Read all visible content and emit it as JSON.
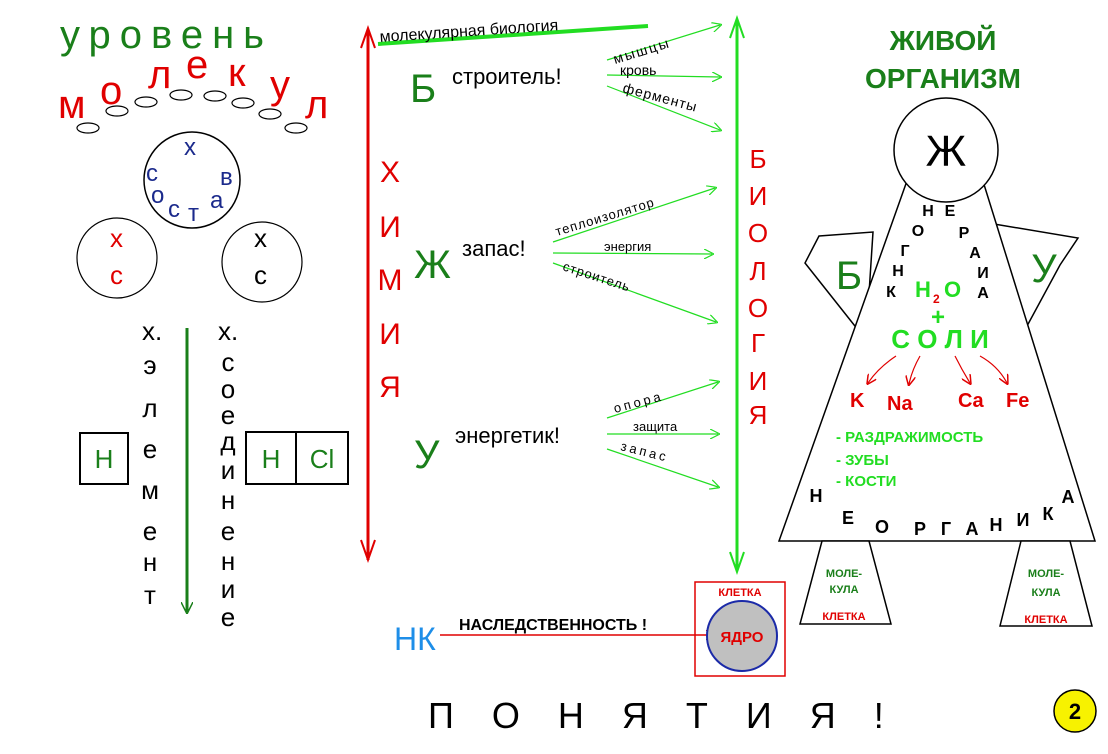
{
  "colors": {
    "green": "#1a7f1a",
    "red": "#e00000",
    "navy": "#1b2a8c",
    "bright_green": "#22dd22",
    "blue": "#1e8ee8",
    "yellow": "#f7f200",
    "gray": "#c0c0c0"
  },
  "left": {
    "title": "уровень",
    "molecules_letters": [
      "м",
      "о",
      "л",
      "е",
      "к",
      "у",
      "л"
    ],
    "sostav_letters": [
      "х",
      "с",
      "о",
      "с",
      "т",
      "а",
      "в"
    ],
    "xs_left": [
      "х",
      "с"
    ],
    "xs_right": [
      "х",
      "с"
    ],
    "element_label_x": "х.",
    "element_letters": [
      "э",
      "л",
      "е",
      "м",
      "е",
      "н",
      "т"
    ],
    "compound_label_x": "х.",
    "compound_letters": [
      "с",
      "о",
      "е",
      "д",
      "и",
      "н",
      "е",
      "н",
      "и",
      "е"
    ],
    "box_h": "H",
    "box_h2": "H",
    "box_cl": "Cl"
  },
  "middle": {
    "top_label": "молекулярная биология",
    "chemistry_letters": [
      "Х",
      "И",
      "М",
      "И",
      "Я"
    ],
    "biology_letters": [
      "Б",
      "И",
      "О",
      "Л",
      "О",
      "Г",
      "И",
      "Я"
    ],
    "b_letter": "Б",
    "b_phrase": "строитель!",
    "b_items": [
      "мышцы",
      "кровь",
      "ферменты"
    ],
    "zh_letter": "Ж",
    "zh_phrase": "запас!",
    "zh_items": [
      "теплоизолятор",
      "энергия",
      "строитель"
    ],
    "u_letter": "У",
    "u_phrase": "энергетик!",
    "u_items": [
      "опора",
      "защита",
      "запас"
    ],
    "nk": "НК",
    "heredity": "НАСЛЕДСТВЕННОСТЬ !",
    "cell_label": "КЛЕТКА",
    "nucleus": "ЯДРО"
  },
  "right": {
    "title_line1": "ЖИВОЙ",
    "title_line2": "ОРГАНИЗМ",
    "head_letter": "Ж",
    "left_arm": "Б",
    "right_arm": "У",
    "inorganic_letters": [
      "Н",
      "Е",
      "О",
      "Р",
      "Г",
      "А",
      "Н",
      "И",
      "К",
      "А"
    ],
    "water_h": "H",
    "water_sub": "2",
    "water_o": "O",
    "plus": "+",
    "salts": "С О Л И",
    "ions": [
      "K",
      "Na",
      "Ca",
      "Fe"
    ],
    "properties": [
      "- РАЗДРАЖИМОСТЬ",
      "- ЗУБЫ",
      "- КОСТИ"
    ],
    "organic_letters": [
      "О",
      "Р",
      "Г",
      "А",
      "Н",
      "И",
      "К",
      "А"
    ],
    "leg_mol_1": "МОЛЕ-",
    "leg_mol_2": "КУЛА",
    "leg_cell": "КЛЕТКА"
  },
  "footer": {
    "concepts": "П О Н Я Т И Я !",
    "page_number": "2"
  }
}
